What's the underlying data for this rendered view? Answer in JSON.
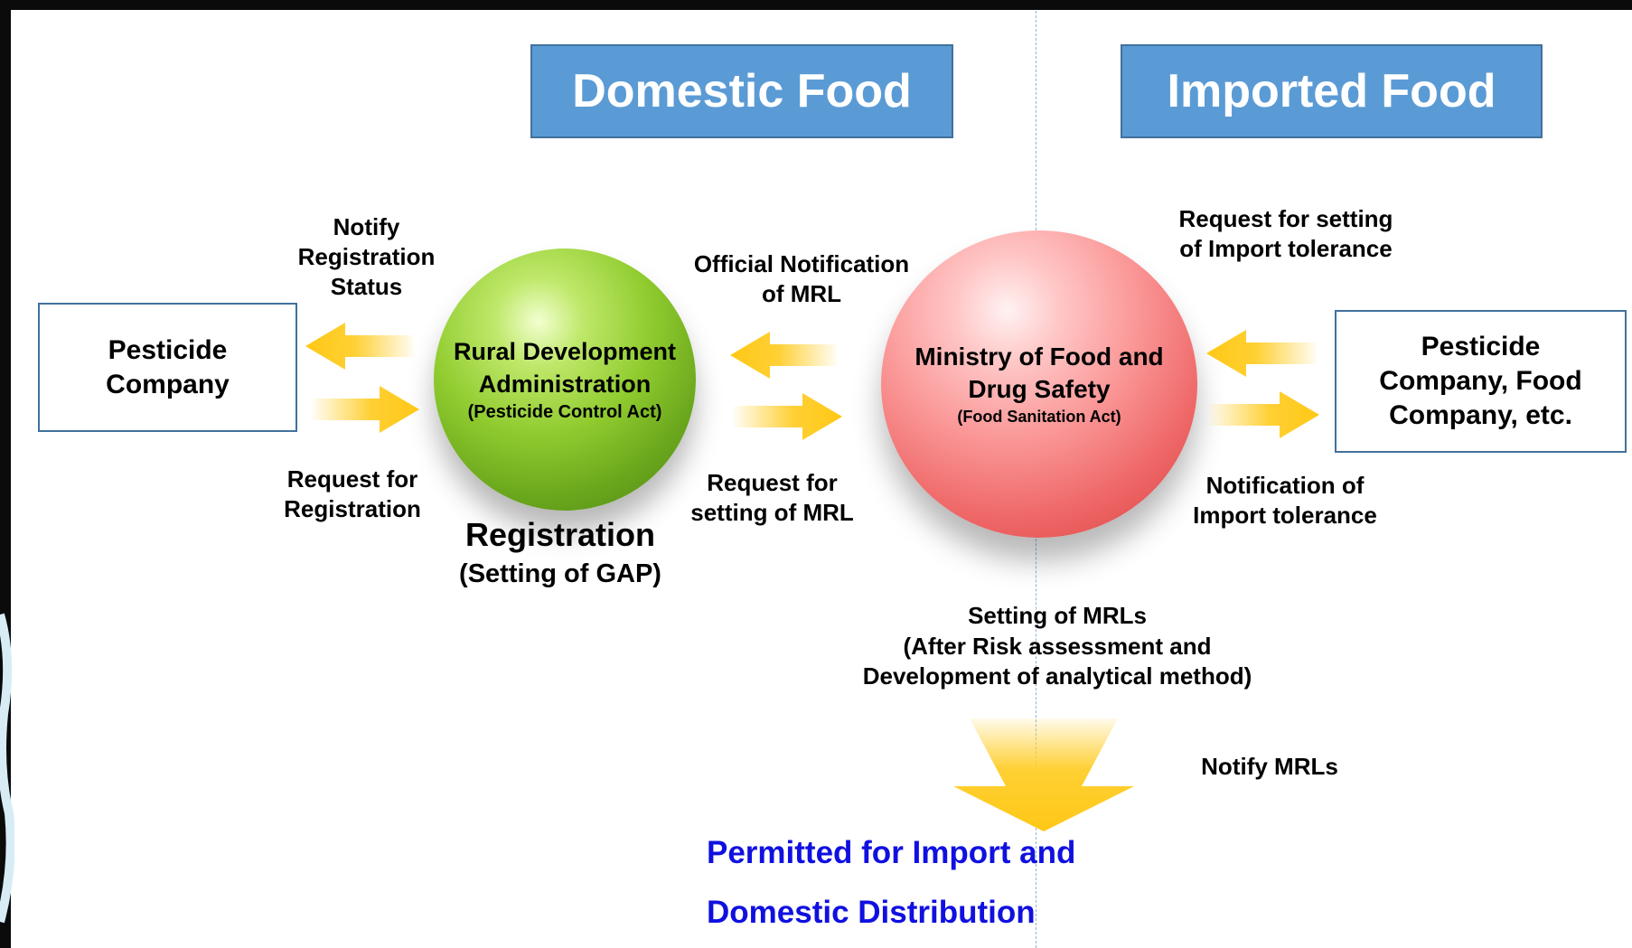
{
  "headers": {
    "domestic": "Domestic Food",
    "imported": "Imported Food"
  },
  "boxes": {
    "left": "Pesticide Company",
    "right": "Pesticide Company, Food Company, etc."
  },
  "nodes": {
    "rda": {
      "title": "Rural Development Administration",
      "subtitle": "(Pesticide Control Act)"
    },
    "mfds": {
      "title": "Ministry of Food and Drug Safety",
      "subtitle": "(Food Sanitation Act)"
    }
  },
  "labels": {
    "notify_registration": "Notify Registration Status",
    "request_registration": "Request for Registration",
    "registration": "Registration",
    "setting_gap": "(Setting of GAP)",
    "official_notification": "Official Notification of MRL",
    "request_mrl": "Request for setting of MRL",
    "request_import_tolerance": "Request for setting of Import tolerance",
    "notification_import_tolerance": "Notification of Import tolerance",
    "setting_mrls_title": "Setting of MRLs",
    "setting_mrls_detail": "(After Risk assessment and Development of analytical method)",
    "notify_mrls": "Notify MRLs"
  },
  "outcome": {
    "line1": "Permitted for Import and",
    "line2": "Domestic Distribution"
  },
  "colors": {
    "header_fill": "#5b9bd5",
    "box_border": "#41719c",
    "arrow_yellow": "#ffd034",
    "sphere_green": "#8fcb2e",
    "sphere_red": "#ef6868",
    "outcome_text": "#1010e0"
  }
}
